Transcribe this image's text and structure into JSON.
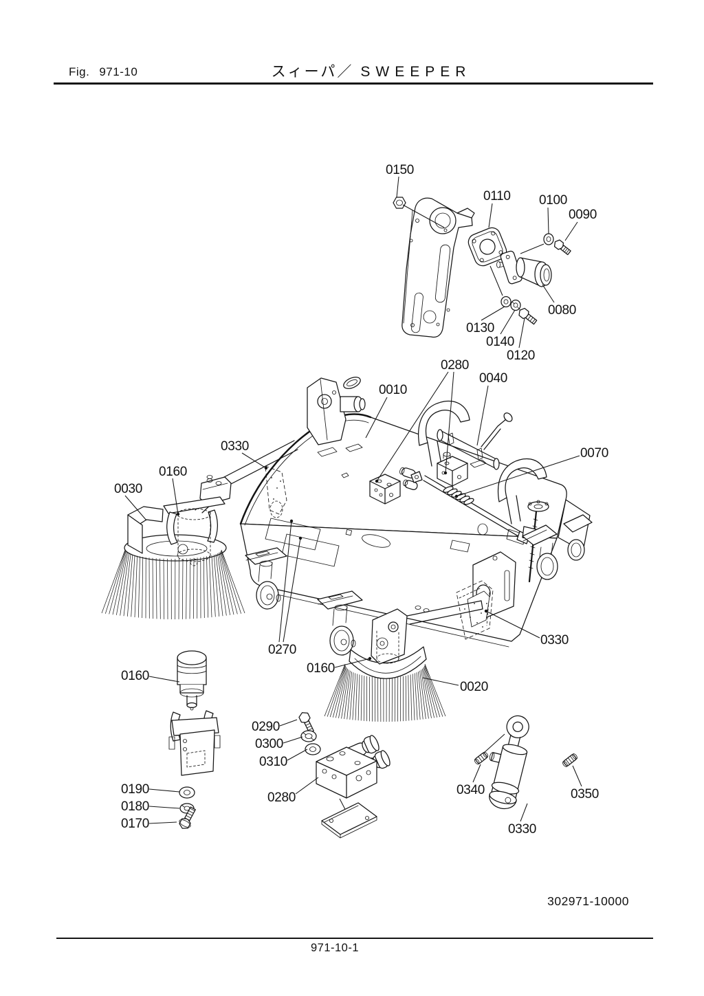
{
  "page": {
    "fig_label": "Fig.",
    "fig_number": "971-10",
    "title_jp": "スィーパ／",
    "title_en": "SWEEPER",
    "doc_number": "302971-10000",
    "page_number": "971-10-1"
  },
  "callouts": [
    "0150",
    "0110",
    "0100",
    "0090",
    "0080",
    "0130",
    "0140",
    "0120",
    "0280",
    "0040",
    "0010",
    "0330",
    "0160",
    "0030",
    "0070",
    "0330",
    "0270",
    "0160",
    "0020",
    "0160",
    "0290",
    "0300",
    "0310",
    "0280",
    "0190",
    "0180",
    "0170",
    "0340",
    "0350",
    "0330"
  ]
}
